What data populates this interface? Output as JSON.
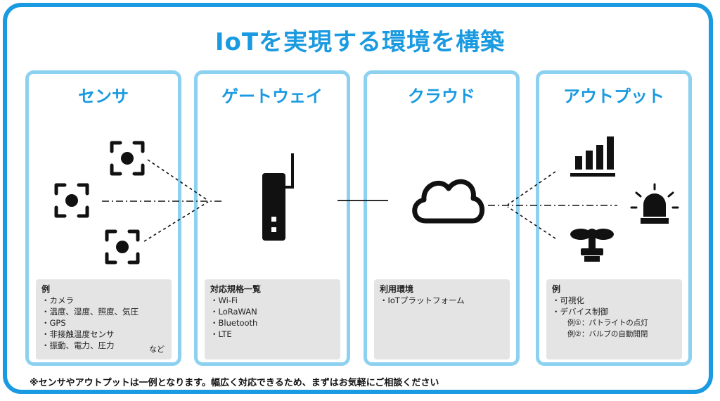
{
  "title": "IoTを実現する環境を構築",
  "columns": [
    {
      "title": "センサ",
      "info_head": "例",
      "items": [
        "・カメラ",
        "・温度、湿度、照度、気圧",
        "・GPS",
        "・非接触温度センサ",
        "・振動、電力、圧力"
      ],
      "tail": "など"
    },
    {
      "title": "ゲートウェイ",
      "info_head": "対応規格一覧",
      "items": [
        "・Wi-Fi",
        "・LoRaWAN",
        "・Bluetooth",
        "・LTE"
      ]
    },
    {
      "title": "クラウド",
      "info_head": "利用環境",
      "items": [
        "・IoTプラットフォーム"
      ]
    },
    {
      "title": "アウトプット",
      "info_head": "例",
      "items": [
        "・可視化",
        "・デバイス制御"
      ],
      "subitems": [
        "例①：パトライトの点灯",
        "例②：バルブの自動開閉"
      ]
    }
  ],
  "footnote": "※センサやアウトプットは一例となります。幅広く対応できるため、まずはお気軽にご相談ください",
  "colors": {
    "accent": "#1a9ae0",
    "panel_border": "#8dd1f0",
    "info_bg": "#e4e4e4",
    "icon": "#111111"
  },
  "icons": [
    "sensor-icon",
    "gateway-icon",
    "cloud-icon",
    "bar-chart-icon",
    "alarm-light-icon",
    "valve-icon"
  ]
}
